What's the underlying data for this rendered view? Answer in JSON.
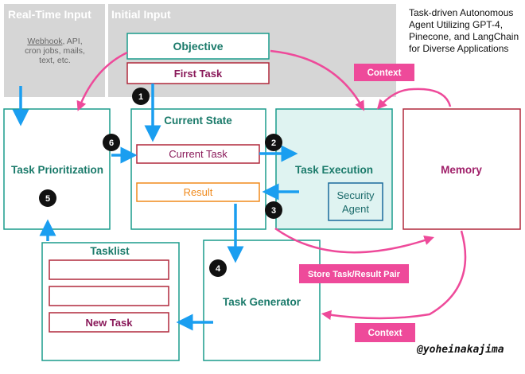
{
  "title": {
    "line1": "Task-driven Autonomous",
    "line2": "Agent Utilizing GPT-4,",
    "line3": "Pinecone, and LangChain",
    "line4": "for Diverse Applications"
  },
  "regions": {
    "realtime_input": "Real-Time Input",
    "realtime_sources_underlined": "Webhook",
    "realtime_sources_rest": ", API,",
    "realtime_sources_line2": "cron jobs, mails,",
    "realtime_sources_line3": "text, etc.",
    "initial_input": "Initial Input"
  },
  "nodes": {
    "objective": "Objective",
    "first_task": "First Task",
    "current_state": "Current State",
    "current_task": "Current Task",
    "result": "Result",
    "task_prioritization": "Task Prioritization",
    "task_execution": "Task Execution",
    "security_agent_line1": "Security",
    "security_agent_line2": "Agent",
    "memory": "Memory",
    "tasklist": "Tasklist",
    "new_task": "New Task",
    "task_generator": "Task Generator"
  },
  "labels": {
    "context_top": "Context",
    "store_pair": "Store Task/Result Pair",
    "context_bottom": "Context"
  },
  "steps": [
    "1",
    "2",
    "3",
    "4",
    "5",
    "6"
  ],
  "signature": "@yoheinakajima",
  "colors": {
    "teal": "#1a9c8c",
    "teal_text": "#1a7a6a",
    "maroon": "#b0283c",
    "maroon_text": "#8a1a5a",
    "orange": "#f08a1c",
    "pink": "#ee4a9a",
    "blue_arrow": "#1a9ef0",
    "gray_region": "#d6d6d6",
    "exec_fill": "#dff3f1"
  }
}
